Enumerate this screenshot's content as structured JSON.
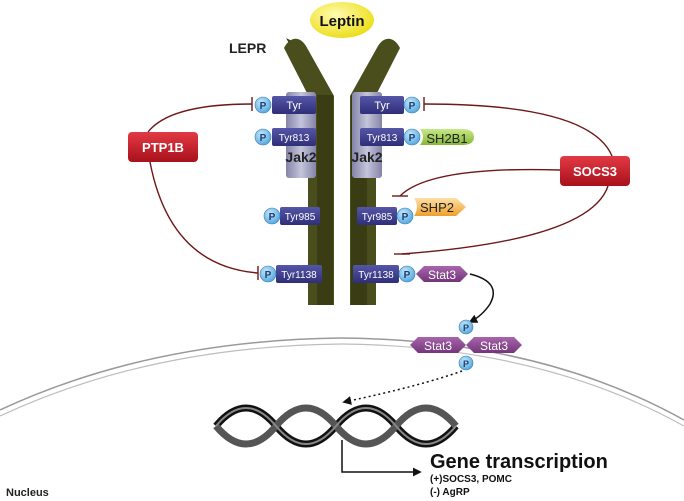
{
  "ligand": {
    "label": "Leptin"
  },
  "receptor": {
    "label": "LEPR"
  },
  "left_chain": {
    "tyr_top": "Tyr",
    "tyr813": "Tyr813",
    "jak2": "Jak2",
    "tyr985": "Tyr985",
    "tyr1138": "Tyr1138"
  },
  "right_chain": {
    "tyr_top": "Tyr",
    "tyr813": "Tyr813",
    "jak2": "Jak2",
    "tyr985": "Tyr985",
    "tyr1138": "Tyr1138"
  },
  "phospho_label": "P",
  "proteins": {
    "ptp1b": "PTP1B",
    "socs3": "SOCS3",
    "sh2b1": "SH2B1",
    "shp2": "SHP2",
    "stat3": "Stat3",
    "stat3_dimer_left": "Stat3",
    "stat3_dimer_right": "Stat3"
  },
  "nucleus": {
    "label": "Nucleus"
  },
  "gene_transcription": {
    "title": "Gene transcription",
    "positive": "(+)SOCS3, POMC",
    "negative": "(-) AgRP"
  },
  "colors": {
    "receptor": "#3e4014",
    "jak2": "#a8a8c8",
    "tyr_box": "#3e3e8e",
    "phospho": "#6fb9e8",
    "inhibitor_red": "#c81e2a",
    "sh2b1": "#a9d35a",
    "shp2": "#f3b04a",
    "stat3": "#8e4a92",
    "leptin": "#f3e82a",
    "inhibition_line": "#6e1818"
  }
}
